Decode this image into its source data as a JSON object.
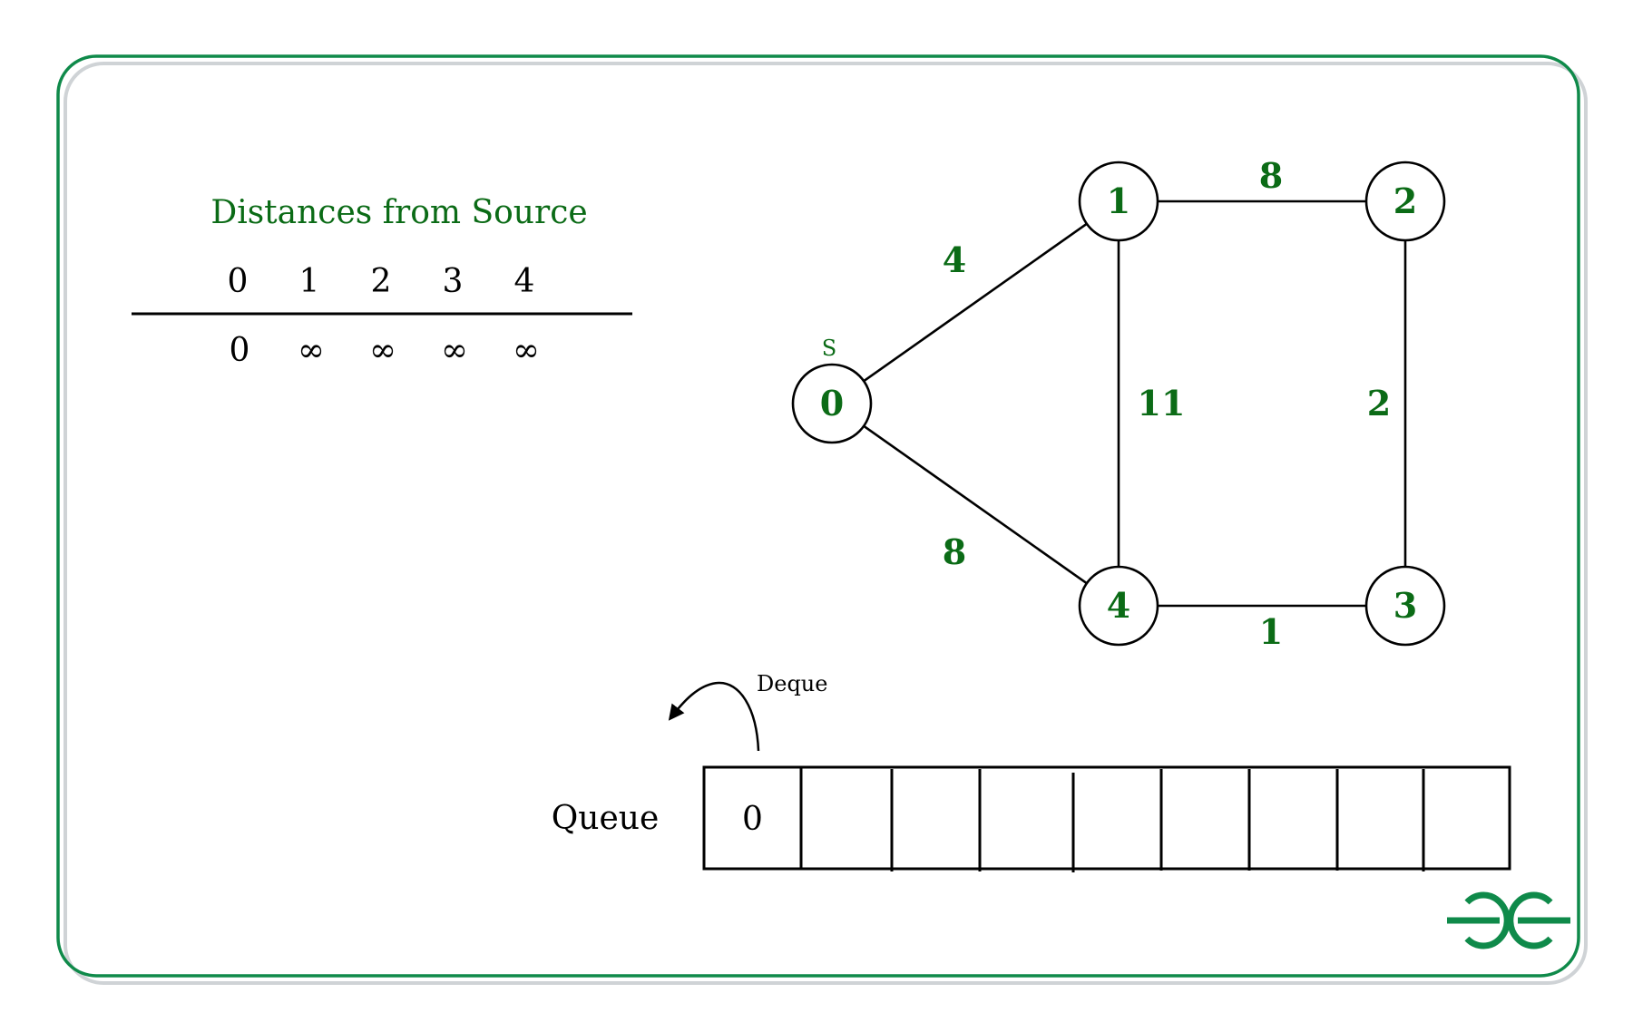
{
  "colors": {
    "frame": "#0f8a4a",
    "frame_shadow": "#cfd3d6",
    "accent": "#0b6b16",
    "ink": "#000000",
    "logo": "#0f8a4a"
  },
  "distance_table": {
    "title": "Distances from Source",
    "headers": [
      "0",
      "1",
      "2",
      "3",
      "4"
    ],
    "values": [
      "0",
      "∞",
      "∞",
      "∞",
      "∞"
    ]
  },
  "graph": {
    "source_marker": "S",
    "nodes": [
      {
        "id": "0",
        "label": "0"
      },
      {
        "id": "1",
        "label": "1"
      },
      {
        "id": "2",
        "label": "2"
      },
      {
        "id": "3",
        "label": "3"
      },
      {
        "id": "4",
        "label": "4"
      }
    ],
    "edges": [
      {
        "from": "0",
        "to": "1",
        "weight": "4"
      },
      {
        "from": "0",
        "to": "4",
        "weight": "8"
      },
      {
        "from": "1",
        "to": "2",
        "weight": "8"
      },
      {
        "from": "1",
        "to": "4",
        "weight": "11"
      },
      {
        "from": "2",
        "to": "3",
        "weight": "2"
      },
      {
        "from": "4",
        "to": "3",
        "weight": "1"
      }
    ]
  },
  "queue": {
    "label": "Queue",
    "action_label": "Deque",
    "cells": [
      "0",
      "",
      "",
      "",
      "",
      "",
      "",
      "",
      ""
    ]
  },
  "logo": {
    "name": "gfg-logo-icon"
  }
}
